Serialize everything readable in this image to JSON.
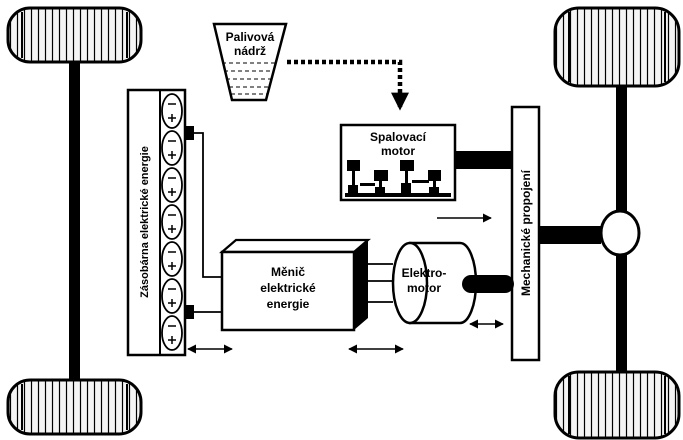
{
  "fuel_tank": {
    "line1": "Palivová",
    "line2": "nádrž"
  },
  "combustion_engine": {
    "line1": "Spalovací",
    "line2": "motor"
  },
  "battery_storage": {
    "label": "Zásobárna elektrické energie",
    "cell_count": 7
  },
  "converter": {
    "line1": "Měnič",
    "line2": "elektrické",
    "line3": "energie"
  },
  "electric_motor": {
    "line1": "Elektro-",
    "line2": "motor"
  },
  "mechanical_link": {
    "label": "Mechanické propojení"
  },
  "colors": {
    "ink": "#000000",
    "paper": "#ffffff",
    "tire_fill": "#f4f4f4"
  }
}
